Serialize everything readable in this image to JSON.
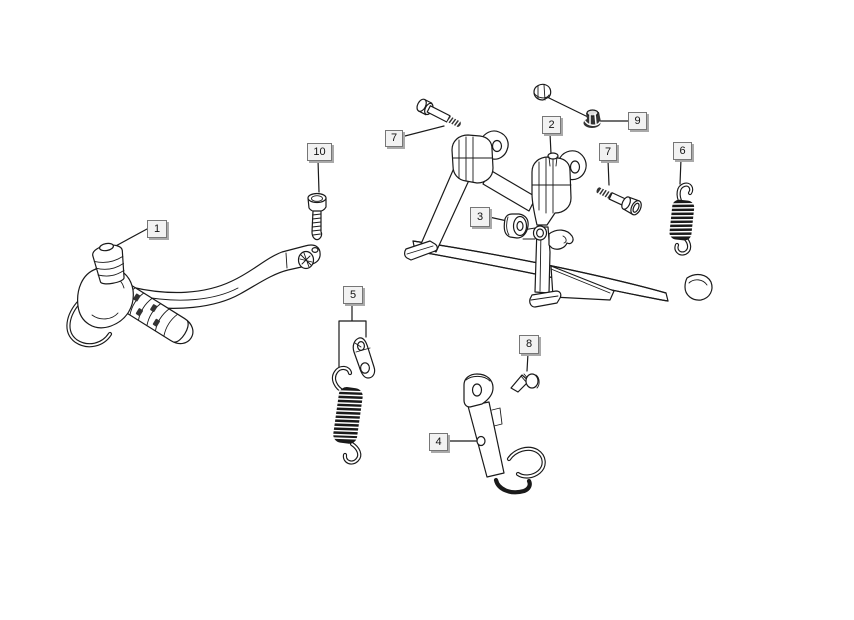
{
  "figure": {
    "type": "exploded-parts-diagram",
    "background_color": "#ffffff",
    "line_color": "#1a1a1a",
    "label_box": {
      "bg": "#f2f2f2",
      "border_color": "#767676",
      "shadow_color": "#a9a9a9",
      "text_color": "#111111"
    },
    "labels": [
      {
        "number": "1"
      },
      {
        "number": "2"
      },
      {
        "number": "3"
      },
      {
        "number": "4"
      },
      {
        "number": "5"
      },
      {
        "number": "6"
      },
      {
        "number": "7"
      },
      {
        "number": "7"
      },
      {
        "number": "8"
      },
      {
        "number": "9"
      },
      {
        "number": "10"
      }
    ]
  }
}
